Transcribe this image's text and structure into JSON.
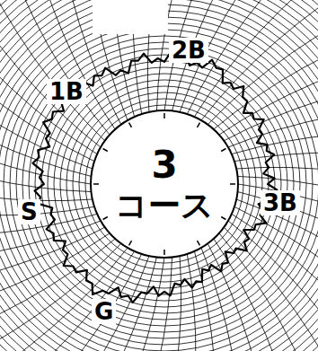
{
  "diagram": {
    "nodes": [
      {
        "text": [
          "3",
          "コース"
        ]
      }
    ],
    "labels": [
      "1B",
      "2B",
      "3B",
      "S",
      "G"
    ]
  }
}
